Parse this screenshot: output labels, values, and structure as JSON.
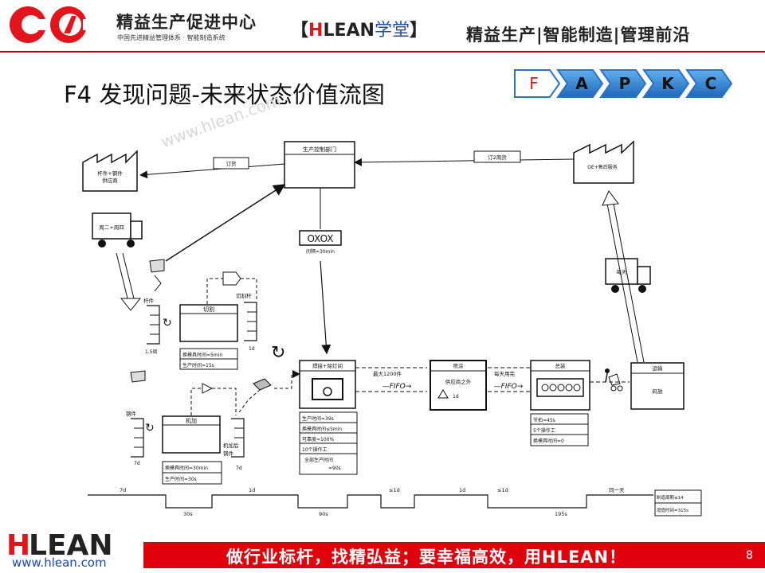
{
  "header": {
    "center_name": "精益生产促进中心",
    "center_sub": "中国先进精益管理体系 · 智能制造系统",
    "bracket_open": "【",
    "brand_h": "H",
    "brand_rest": "LEAN",
    "brand_xt": "学堂",
    "bracket_close": "】",
    "slogan": "精益生产|智能制造|管理前沿",
    "colors": {
      "red": "#e3141b",
      "dark_red": "#c00000",
      "blue": "#1f4fa0"
    }
  },
  "slide": {
    "title": "F4  发现问题-未来状态价值流图",
    "fapkc_steps": [
      "F",
      "A",
      "P",
      "K",
      "C"
    ],
    "active_step": "F",
    "watermark": "www.hlean.com"
  },
  "vsm": {
    "production_control": "生产控制部门",
    "customer": "OE+售后服务",
    "supplier": "杆件+钢件\n供应商",
    "order_left": "订货",
    "order_right": "订2周货",
    "truck_left": "周二+周四",
    "truck_right": "每天",
    "oxox_box": "OXOX",
    "oxox_note": "间隔=30min",
    "cut_process": "切割",
    "cut_data": [
      "换模具时间=5min",
      "生产时间=15s"
    ],
    "machining_process": "机加",
    "machining_data": [
      "换模具时间=30min",
      "生产时间=30s"
    ],
    "weld_process": "焊接+除灯间",
    "weld_data": [
      "生产时间=39s",
      "换模具时间≤5min",
      "可靠度=100%",
      "10个操作工",
      "全部生产时间\n=90s"
    ],
    "paint_process": "喷涂",
    "paint_inner": "供应商之外",
    "paint_d": "1d",
    "assembly_process": "总装",
    "assembly_data": [
      "节拍=45s",
      "5个操作工",
      "换模具时间=0"
    ],
    "shipping_process": "运输",
    "shipping_inner": "码放",
    "fifo1_top": "最大1200件",
    "fifo1": "FIFO",
    "fifo2_top": "每天用完",
    "fifo2": "FIFO",
    "bar_stock": "杆件",
    "bar_days": "1.5周",
    "steel_stock": "钢件",
    "steel_days": "7d",
    "cut_bar": "切割杆",
    "cut_bar_days": "1d",
    "machined_steel": "机加后\n钢件",
    "machined_days": "7d",
    "timeline_top": [
      "7d",
      "1d",
      "≤1d",
      "1d",
      "≤1d",
      "同一天"
    ],
    "timeline_bottom": [
      "30s",
      "90s",
      "195s"
    ],
    "lead_time": "制造周期≤14",
    "value_time": "增值时间=315s"
  },
  "footer": {
    "logo": "HLEAN",
    "url": "www.hlean.com",
    "slogan": "做行业标杆，找精弘益；要幸福高效，用HLEAN！",
    "page": "8"
  }
}
